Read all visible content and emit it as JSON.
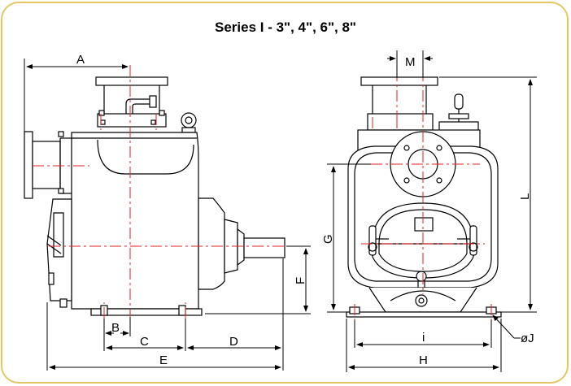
{
  "title": "Series I - 3\", 4\", 6\", 8\"",
  "dimensions": {
    "a": "A",
    "b": "B",
    "c": "C",
    "d": "D",
    "e": "E",
    "f": "F",
    "g": "G",
    "h": "H",
    "i": "i",
    "j": "øJ",
    "l": "L",
    "m": "M"
  },
  "colors": {
    "frame": "#e3c766",
    "centerline": "#e02020",
    "outline": "#000000"
  }
}
